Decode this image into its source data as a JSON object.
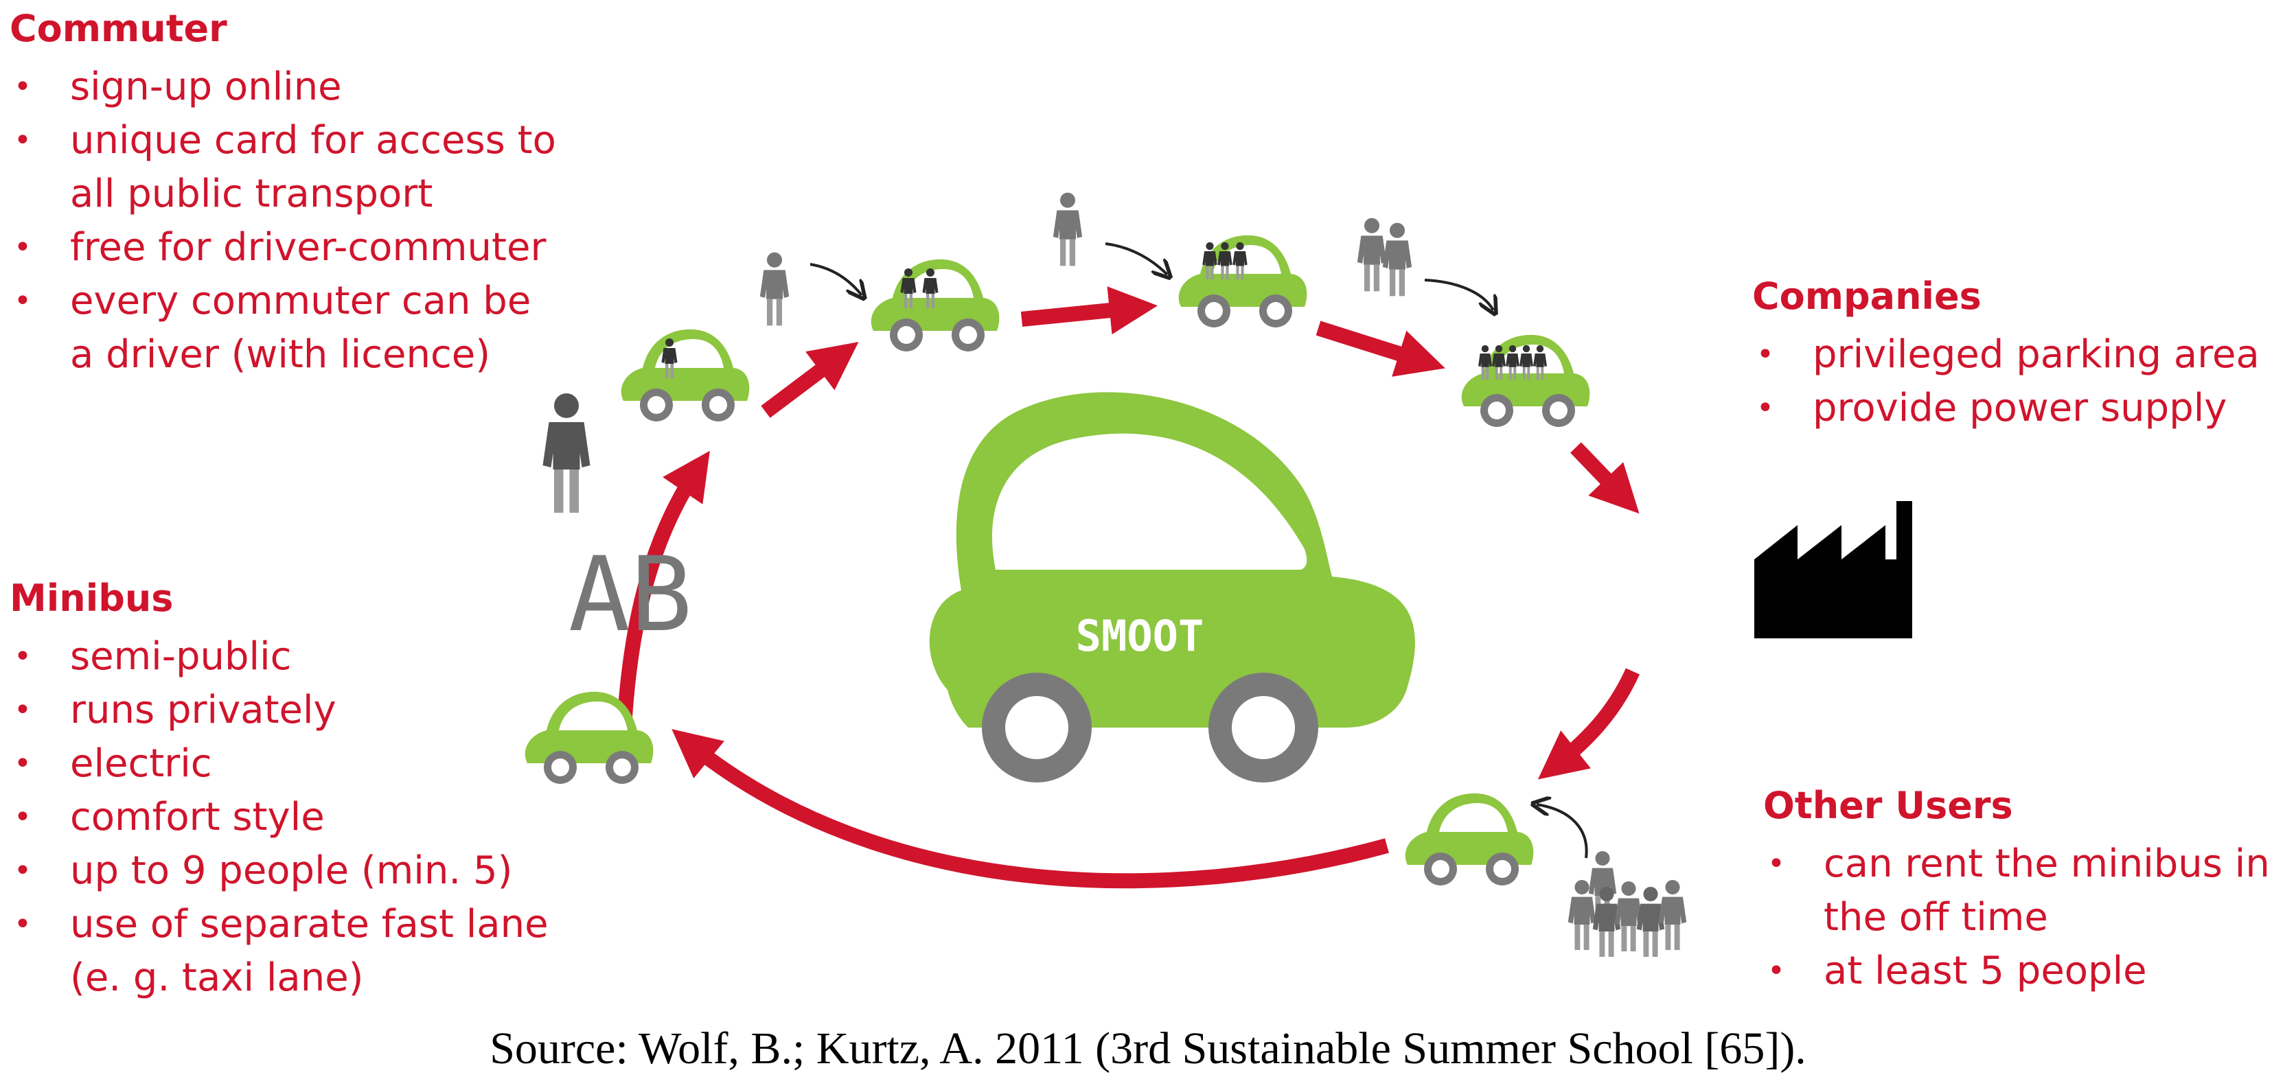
{
  "commuter": {
    "heading": "Commuter",
    "items": [
      "sign-up online",
      "unique card for access to\nall public transport",
      "free for driver-commuter",
      "every commuter can be\na driver (with licence)"
    ]
  },
  "minibus": {
    "heading": "Minibus",
    "items": [
      "semi-public",
      "runs privately",
      "electric",
      "comfort style",
      "up to 9 people (min. 5)",
      "use of separate fast lane\n(e. g. taxi lane)"
    ]
  },
  "companies": {
    "heading": "Companies",
    "items": [
      "privileged parking area",
      "provide power supply"
    ]
  },
  "other_users": {
    "heading": "Other Users",
    "items": [
      "can rent the minibus in\nthe off time",
      "at least 5 people"
    ]
  },
  "center": {
    "car_label": "SMOOT",
    "ab_label": "AB"
  },
  "source": "Source: Wolf, B.; Kurtz, A. 2011 (3rd Sustainable Summer School [65]).",
  "colors": {
    "red": "#d0142c",
    "car_green": "#8dc63f",
    "wheel_grey": "#7a7a7a",
    "person_dark": "#333333",
    "person_grey": "#888888"
  },
  "icons": [
    "person-icon",
    "car-icon",
    "factory-icon",
    "arrow-icon"
  ]
}
